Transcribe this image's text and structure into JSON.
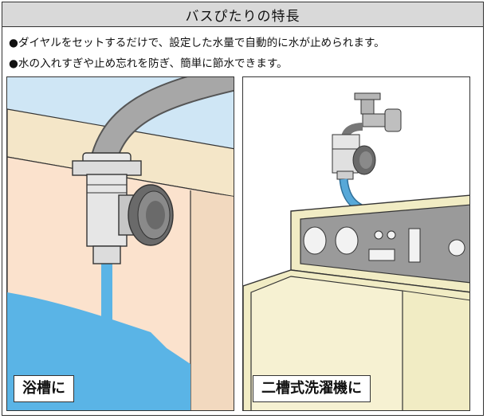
{
  "header": {
    "title": "バスぴたりの特長"
  },
  "bullets": [
    "●ダイヤルをセットするだけで、設定した水量で自動的に水が止められます。",
    "●水の入れすぎや止め忘れを防ぎ、簡単に節水できます。"
  ],
  "panels": {
    "left": {
      "caption": "浴槽に"
    },
    "right": {
      "caption": "二槽式洗濯機に"
    }
  },
  "colors": {
    "water": "#5ab4e6",
    "tub_wall": "#f3e3c6",
    "tub_inside": "#fbe2cd",
    "sky": "#cfe6f5",
    "machine_panel": "#9a9a9a",
    "machine_body": "#f1ecc4",
    "hose_gray": "#a7a7a7",
    "hose_blue": "#57a8d8"
  }
}
